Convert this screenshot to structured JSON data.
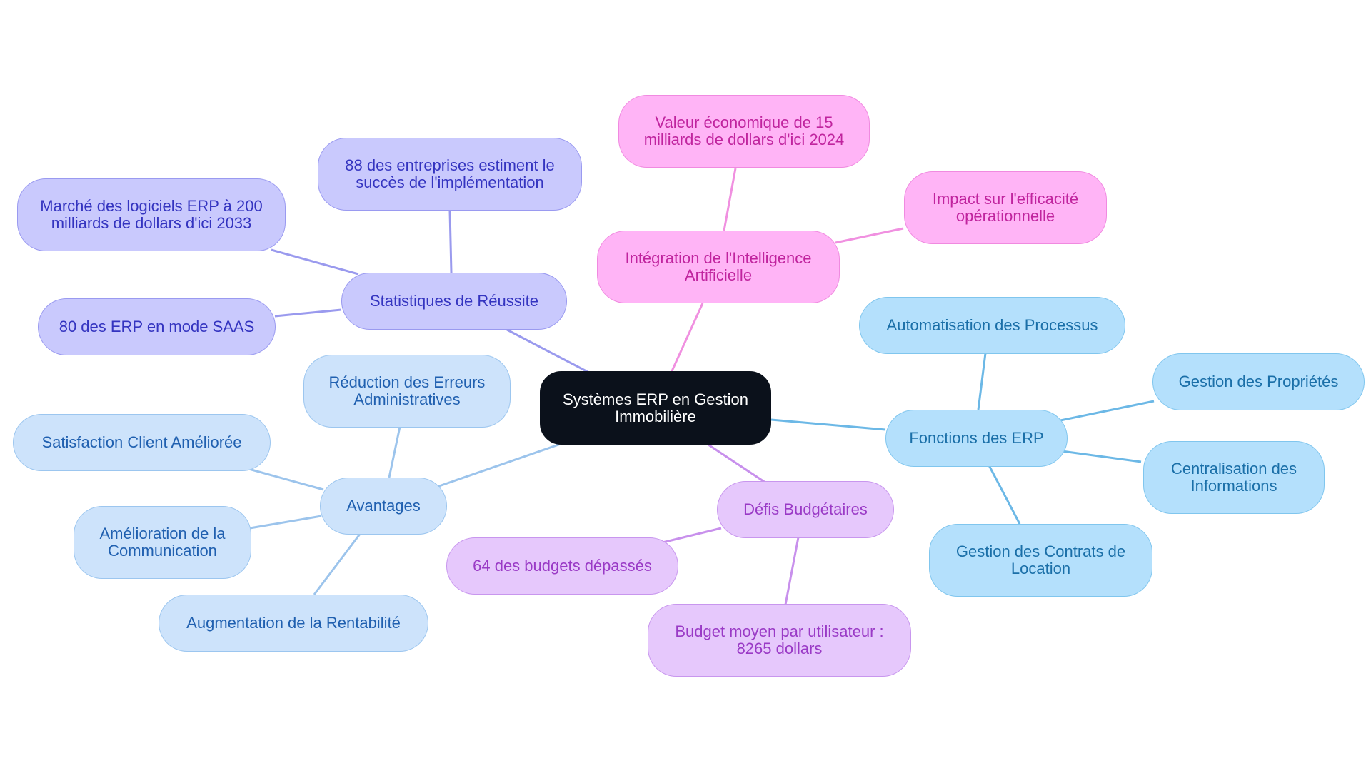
{
  "root": "Systèmes ERP en Gestion Immobilière",
  "branches": {
    "stats": {
      "label": "Statistiques de Réussite",
      "children": [
        "88 des entreprises estiment le succès de l'implémentation",
        "Marché des logiciels ERP à 200 milliards de dollars d'ici 2033",
        "80 des ERP en mode SAAS"
      ]
    },
    "ai": {
      "label": "Intégration de l'Intelligence Artificielle",
      "children": [
        "Valeur économique de 15 milliards de dollars d'ici 2024",
        "Impact sur l'efficacité opérationnelle"
      ]
    },
    "functions": {
      "label": "Fonctions des ERP",
      "children": [
        "Automatisation des Processus",
        "Gestion des Propriétés",
        "Centralisation des Informations",
        "Gestion des Contrats de Location"
      ]
    },
    "advantages": {
      "label": "Avantages",
      "children": [
        "Réduction des Erreurs Administratives",
        "Satisfaction Client Améliorée",
        "Amélioration de la Communication",
        "Augmentation de la Rentabilité"
      ]
    },
    "budget": {
      "label": "Défis Budgétaires",
      "children": [
        "64 des budgets dépassés",
        "Budget moyen par utilisateur : 8265 dollars"
      ]
    }
  },
  "colors": {
    "root": "#0b111b",
    "stats_edge": "#9a9aee",
    "ai_edge": "#f090e0",
    "functions_edge": "#6cb8e6",
    "advantages_edge": "#9cc4ec",
    "budget_edge": "#c890ec"
  }
}
